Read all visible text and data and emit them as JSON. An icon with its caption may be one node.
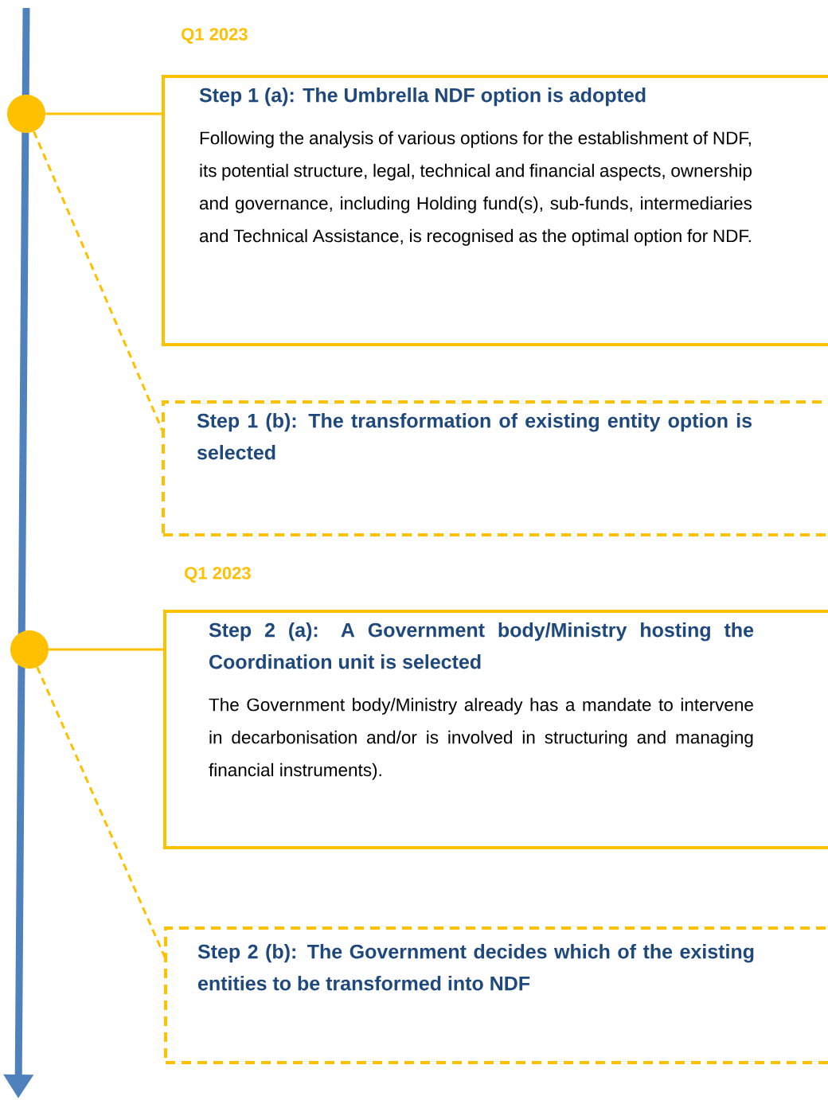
{
  "diagram": {
    "nodes": [
      {
        "text": [],
        "shape": "circle"
      },
      {
        "text": [
          "Step 1 (a): The Umbrella NDF option is adopted",
          "Following the analysis of various options for the establishment of NDF, its potential structure, legal, technical and financial aspects, ownership and governance, including Holding fund(s), sub-funds, intermediaries and Technical Assistance, is recognised as the optimal option for NDF."
        ]
      },
      {
        "text": [
          "Step 1 (b): The transformation of existing entity option is selected"
        ]
      },
      {
        "text": [],
        "shape": "circle"
      },
      {
        "text": [
          "Step 2 (a): A Government body/Ministry hosting the Coordination unit is selected",
          "The Government body/Ministry already has a mandate to intervene in decarbonisation and/or is involved in structuring and managing financial instruments)."
        ]
      },
      {
        "text": [
          "Step 2 (b): The Government decides which of the existing entities to be transformed into NDF"
        ]
      }
    ],
    "edges": [
      {
        "from": 0,
        "to": 1,
        "arrow": "none"
      },
      {
        "from": 0,
        "to": 2,
        "arrow": "none",
        "style": "dashed"
      },
      {
        "from": 3,
        "to": 4,
        "arrow": "none"
      },
      {
        "from": 3,
        "to": 5,
        "arrow": "none",
        "style": "dashed"
      }
    ],
    "labels": [
      "Q1 2023",
      "Q1 2023"
    ]
  }
}
